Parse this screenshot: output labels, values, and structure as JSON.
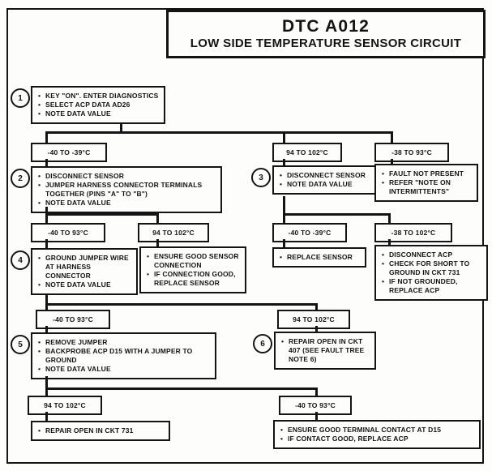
{
  "title": {
    "line1": "DTC A012",
    "line2": "LOW SIDE TEMPERATURE SENSOR CIRCUIT"
  },
  "steps": {
    "s1": {
      "num": "1",
      "lines": [
        "KEY \"ON\". ENTER DIAGNOSTICS",
        "SELECT ACP DATA AD26",
        "NOTE DATA VALUE"
      ]
    },
    "s2": {
      "num": "2",
      "lines": [
        "DISCONNECT SENSOR",
        "JUMPER HARNESS CONNECTOR TERMINALS TOGETHER (PINS \"A\" TO \"B\")",
        "NOTE DATA VALUE"
      ]
    },
    "s3": {
      "num": "3",
      "lines": [
        "DISCONNECT SENSOR",
        "NOTE DATA VALUE"
      ]
    },
    "s4": {
      "num": "4",
      "lines": [
        "GROUND JUMPER WIRE AT HARNESS CONNECTOR",
        "NOTE DATA VALUE"
      ]
    },
    "s5": {
      "num": "5",
      "lines": [
        "REMOVE JUMPER",
        "BACKPROBE ACP D15 WITH A JUMPER TO GROUND",
        "NOTE DATA VALUE"
      ]
    },
    "s6": {
      "num": "6",
      "lines": [
        "REPAIR OPEN IN CKT 407 (SEE FAULT TREE NOTE 6)"
      ]
    }
  },
  "actions": {
    "fault_not_present": {
      "lines": [
        "FAULT NOT PRESENT",
        "REFER \"NOTE ON INTERMITTENTS\""
      ]
    },
    "ensure_sensor": {
      "lines": [
        "ENSURE GOOD SENSOR CONNECTION",
        "IF CONNECTION GOOD, REPLACE SENSOR"
      ]
    },
    "replace_sensor": {
      "lines": [
        "REPLACE SENSOR"
      ]
    },
    "disconnect_acp": {
      "lines": [
        "DISCONNECT ACP",
        "CHECK FOR SHORT TO GROUND IN CKT 731",
        "IF NOT GROUNDED, REPLACE ACP"
      ]
    },
    "repair_731": {
      "lines": [
        "REPAIR OPEN IN CKT 731"
      ]
    },
    "ensure_d15": {
      "lines": [
        "ENSURE GOOD TERMINAL CONTACT AT D15",
        "IF CONTACT GOOD, REPLACE ACP"
      ]
    }
  },
  "ranges": {
    "r1a": "-40 TO -39°C",
    "r1b": "94 TO 102°C",
    "r1c": "-38 TO 93°C",
    "r2a": "-40 TO 93°C",
    "r2b": "94 TO 102°C",
    "r2c": "-40 TO -39°C",
    "r2d": "-38 TO 102°C",
    "r3a": "-40 TO 93°C",
    "r3b": "94 TO 102°C",
    "r4a": "94 TO 102°C",
    "r4b": "-40 TO 93°C"
  }
}
